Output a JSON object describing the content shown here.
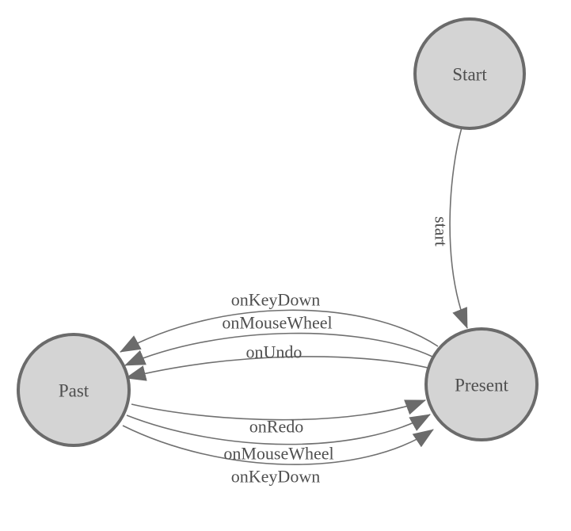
{
  "diagram": {
    "kind": "state-machine",
    "colors": {
      "background": "#ffffff",
      "node_fill": "#d4d4d4",
      "node_border": "#6b6b6b",
      "edge_line": "#707070",
      "arrowhead": "#6b6b6b",
      "text": "#4f4f4f"
    }
  },
  "nodes": [
    {
      "id": "start",
      "label": "Start"
    },
    {
      "id": "past",
      "label": "Past"
    },
    {
      "id": "present",
      "label": "Present"
    }
  ],
  "edges": [
    {
      "from": "Start",
      "to": "Present",
      "label": "start"
    },
    {
      "from": "Present",
      "to": "Past",
      "label": "onKeyDown"
    },
    {
      "from": "Present",
      "to": "Past",
      "label": "onMouseWheel"
    },
    {
      "from": "Present",
      "to": "Past",
      "label": "onUndo"
    },
    {
      "from": "Past",
      "to": "Present",
      "label": "onRedo"
    },
    {
      "from": "Past",
      "to": "Present",
      "label": "onMouseWheel"
    },
    {
      "from": "Past",
      "to": "Present",
      "label": "onKeyDown"
    }
  ]
}
